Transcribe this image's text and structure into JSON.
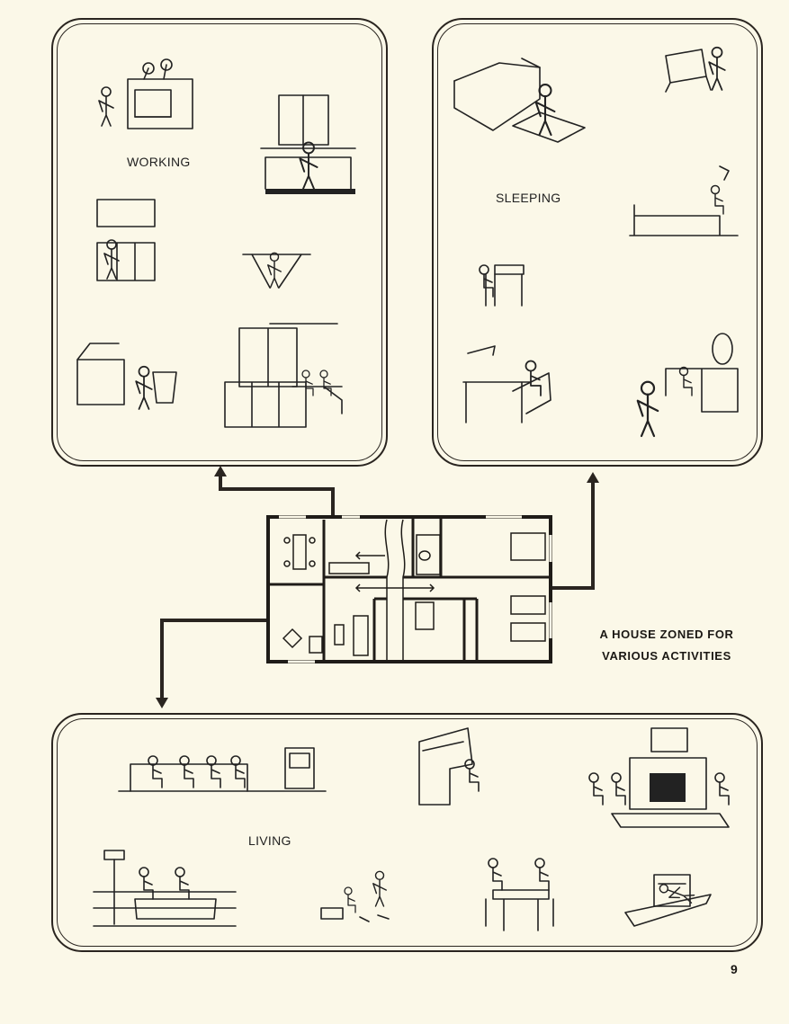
{
  "zones": {
    "working": {
      "label": "WORKING"
    },
    "sleeping": {
      "label": "SLEEPING"
    },
    "living": {
      "label": "LIVING"
    }
  },
  "caption": {
    "line1": "A HOUSE ZONED FOR",
    "line2": "VARIOUS ACTIVITIES"
  },
  "page_number": "9"
}
